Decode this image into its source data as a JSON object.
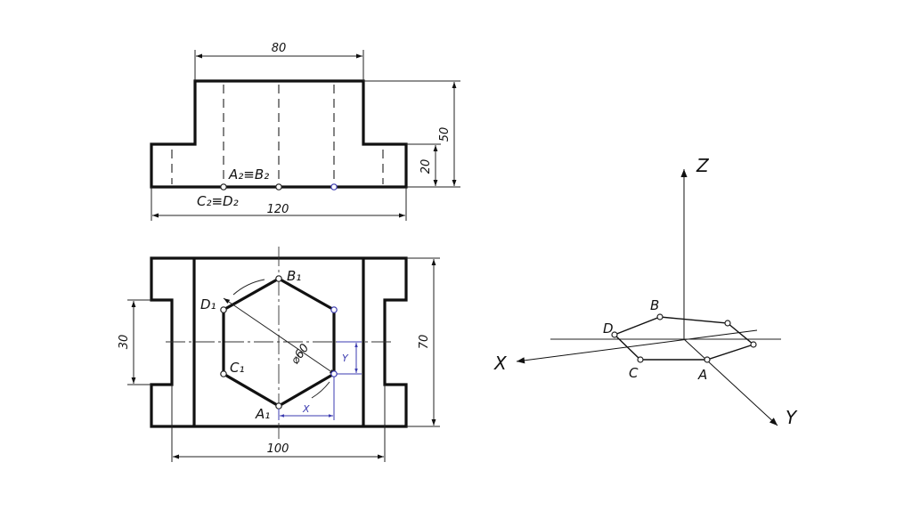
{
  "front_view": {
    "dim_width_top": "80",
    "dim_width_bottom": "120",
    "dim_height_total": "50",
    "dim_height_step": "20",
    "label_a2b2": "A₂≡B₂",
    "label_c2d2": "C₂≡D₂"
  },
  "top_view": {
    "dim_width": "100",
    "dim_depth": "70",
    "dim_slot": "30",
    "dim_diameter": "⌀60",
    "label_b1": "B₁",
    "label_d1": "D₁",
    "label_c1": "C₁",
    "label_a1": "A₁",
    "label_x": "X",
    "label_y": "Y"
  },
  "axonometric": {
    "axis_z": "Z",
    "axis_x": "X",
    "axis_y": "Y",
    "point_a": "A",
    "point_b": "B",
    "point_c": "C",
    "point_d": "D"
  }
}
